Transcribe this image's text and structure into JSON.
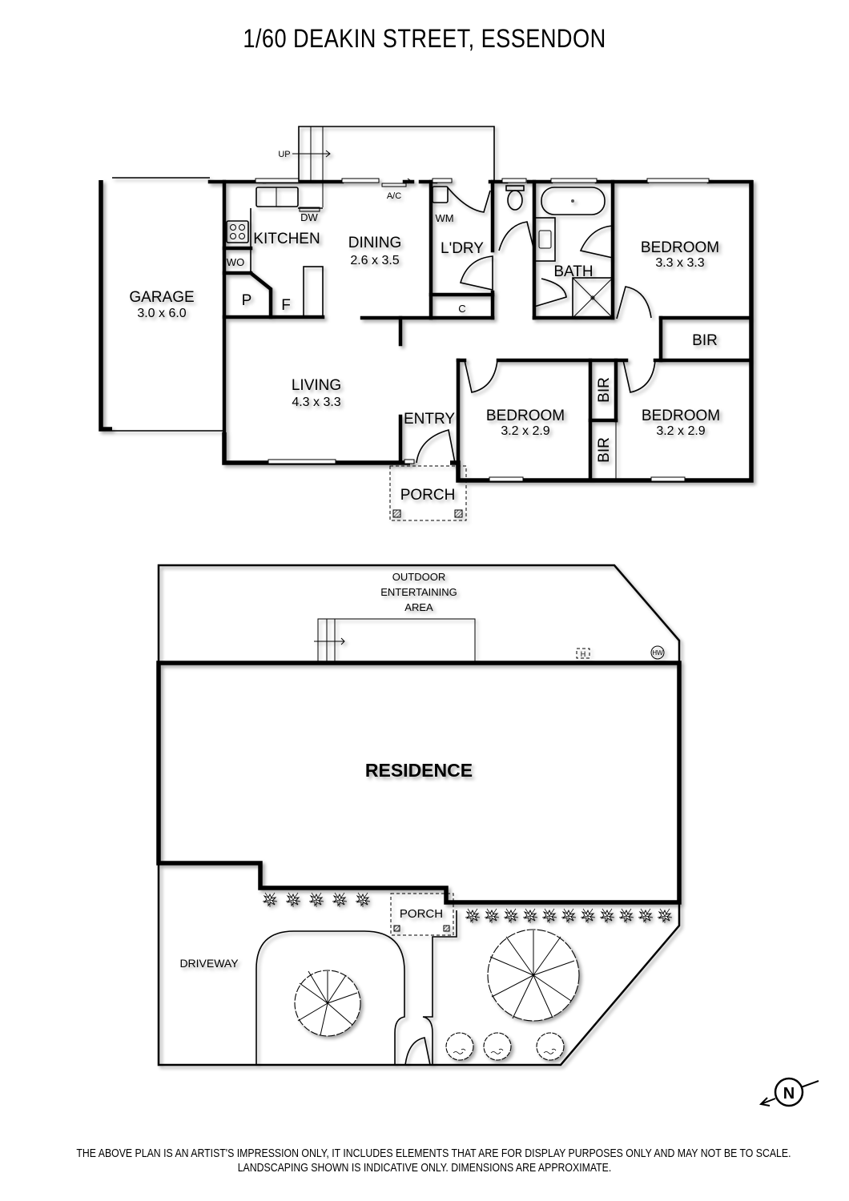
{
  "header": {
    "title": "1/60 DEAKIN STREET, ESSENDON"
  },
  "floor_plan": {
    "rooms": [
      {
        "name": "GARAGE",
        "dimensions": "3.0 x 6.0"
      },
      {
        "name": "KITCHEN",
        "dimensions": ""
      },
      {
        "name": "DINING",
        "dimensions": "2.6 x 3.5"
      },
      {
        "name": "L'DRY",
        "dimensions": ""
      },
      {
        "name": "BATH",
        "dimensions": ""
      },
      {
        "name": "BEDROOM",
        "dimensions": "3.3 x 3.3"
      },
      {
        "name": "LIVING",
        "dimensions": "4.3 x 3.3"
      },
      {
        "name": "ENTRY",
        "dimensions": ""
      },
      {
        "name": "BEDROOM",
        "dimensions": "3.2 x 2.9"
      },
      {
        "name": "BEDROOM",
        "dimensions": "3.2 x 2.9"
      },
      {
        "name": "PORCH",
        "dimensions": ""
      }
    ],
    "fixtures": {
      "up": "UP",
      "ac": "A/C",
      "dw": "DW",
      "wo": "WO",
      "pantry": "P",
      "fridge": "F",
      "wm": "WM",
      "cupboard": "C",
      "bir_1": "BIR",
      "bir_2": "BIR",
      "bir_3": "BIR"
    }
  },
  "site_plan": {
    "outdoor_area": [
      "OUTDOOR",
      "ENTERTAINING",
      "AREA"
    ],
    "residence": "RESIDENCE",
    "porch": "PORCH",
    "driveway": "DRIVEWAY",
    "heater_label": "H",
    "hot_water_label": "HW"
  },
  "compass": {
    "label": "N"
  },
  "footer": {
    "line1": "THE ABOVE PLAN IS AN ARTIST'S IMPRESSION ONLY, IT INCLUDES ELEMENTS THAT ARE FOR DISPLAY PURPOSES ONLY AND MAY NOT BE TO SCALE.",
    "line2": "LANDSCAPING SHOWN IS INDICATIVE ONLY. DIMENSIONS ARE APPROXIMATE."
  }
}
